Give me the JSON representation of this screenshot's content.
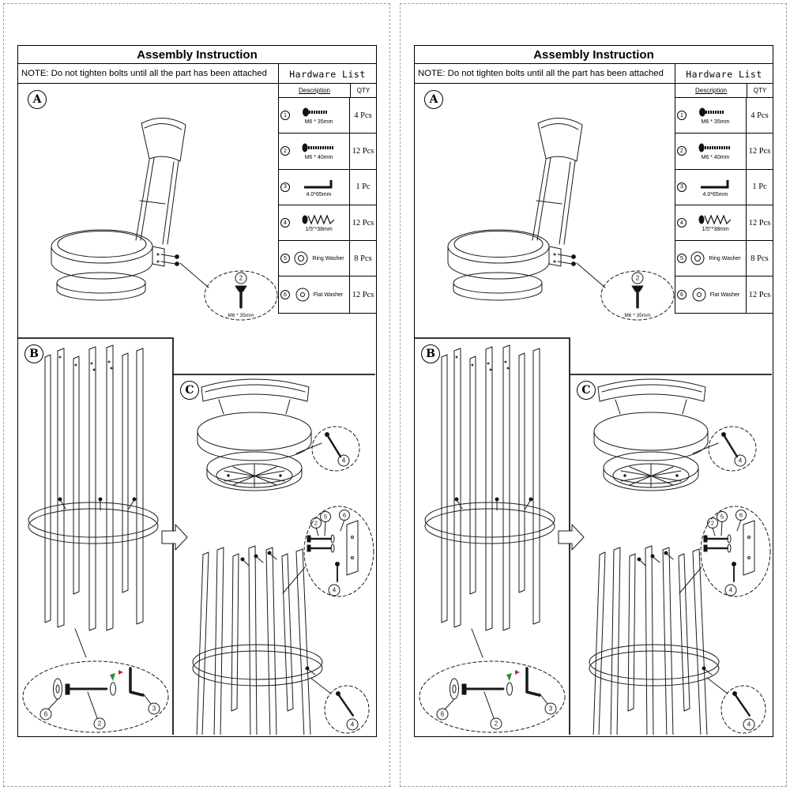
{
  "page": {
    "title": "Assembly Instruction",
    "note": "NOTE: Do not tighten bolts until all the part has been attached"
  },
  "hardware": {
    "title": "Hardware List",
    "columns": {
      "description": "Description",
      "qty": "QTY"
    },
    "items": [
      {
        "num": "1",
        "desc": "M6 * 35mm",
        "qty": "4 Pcs",
        "icon": "countersunk-bolt"
      },
      {
        "num": "2",
        "desc": "M6 * 40mm",
        "qty": "12 Pcs",
        "icon": "countersunk-bolt-long"
      },
      {
        "num": "3",
        "desc": "4.0*65mm",
        "qty": "1 Pc",
        "icon": "allen-key"
      },
      {
        "num": "4",
        "desc": "1/5\"*38mm",
        "qty": "12 Pcs",
        "icon": "wood-screw"
      },
      {
        "num": "5",
        "desc": "Ring Washer",
        "qty": "8 Pcs",
        "icon": "ring-washer"
      },
      {
        "num": "6",
        "desc": "Flat Washer",
        "qty": "12 Pcs",
        "icon": "flat-washer"
      }
    ]
  },
  "sections": {
    "a": {
      "label": "A",
      "callout_num": "2",
      "callout_desc": "M6 * 35mm"
    },
    "b": {
      "label": "B",
      "detail_nums": [
        "6",
        "2",
        "3"
      ]
    },
    "c": {
      "label": "C",
      "top_callout_num": "4",
      "mid_callout_nums": [
        "2",
        "5",
        "6"
      ],
      "mid_callout_bottom_num": "4",
      "bottom_callout_num": "4"
    }
  }
}
